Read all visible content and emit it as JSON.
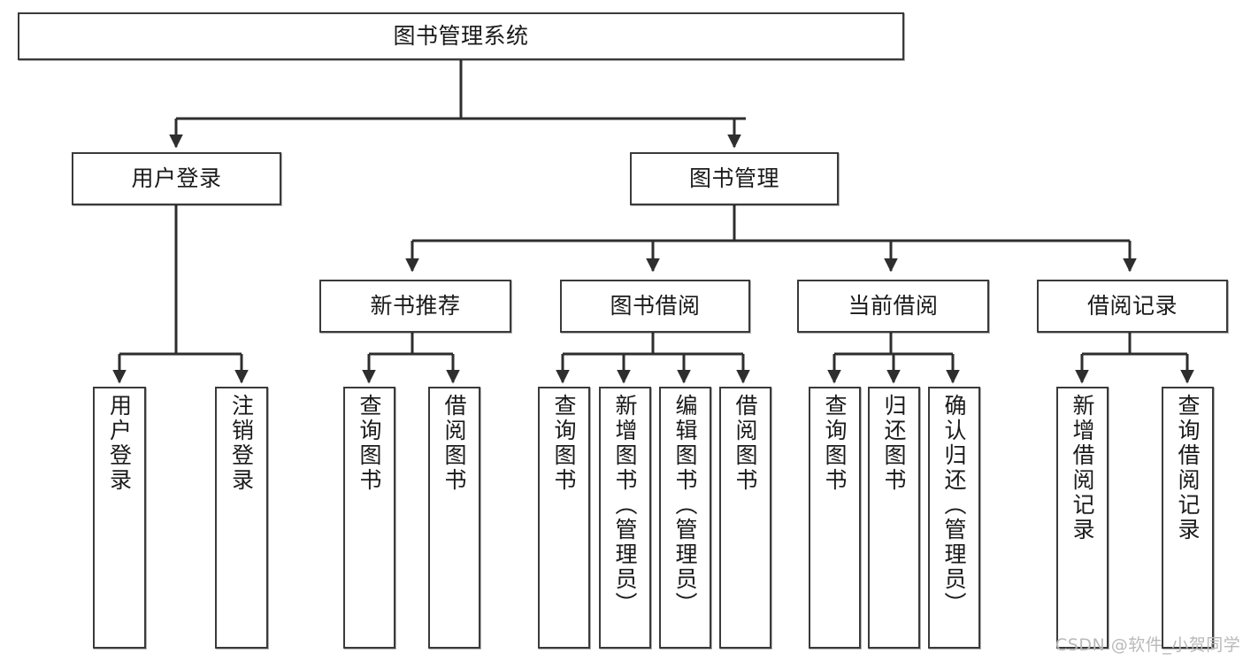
{
  "diagram": {
    "title": "图书管理系统",
    "type": "tree-hierarchy-chart",
    "stroke_color": "#3a3a3a",
    "fill_color": "#ffffff",
    "text_color": "#1a1a1a"
  },
  "root": {
    "label": "图书管理系统"
  },
  "level2": [
    {
      "id": "user-login",
      "label": "用户登录"
    },
    {
      "id": "book-management",
      "label": "图书管理"
    }
  ],
  "level3": [
    {
      "id": "new-book-recommend",
      "label": "新书推荐"
    },
    {
      "id": "book-borrow",
      "label": "图书借阅"
    },
    {
      "id": "current-borrow",
      "label": "当前借阅"
    },
    {
      "id": "borrow-record",
      "label": "借阅记录"
    }
  ],
  "leaves": {
    "user_login": [
      {
        "id": "leaf-user-login",
        "label": "用户登录"
      },
      {
        "id": "leaf-logout",
        "label": "注销登录"
      }
    ],
    "new_book_recommend": [
      {
        "id": "leaf-query-book-1",
        "label": "查询图书"
      },
      {
        "id": "leaf-borrow-book-1",
        "label": "借阅图书"
      }
    ],
    "book_borrow": [
      {
        "id": "leaf-query-book-2",
        "label": "查询图书"
      },
      {
        "id": "leaf-add-book",
        "label": "新增图书（管理员）"
      },
      {
        "id": "leaf-edit-book",
        "label": "编辑图书（管理员）"
      },
      {
        "id": "leaf-borrow-book-2",
        "label": "借阅图书"
      }
    ],
    "current_borrow": [
      {
        "id": "leaf-query-book-3",
        "label": "查询图书"
      },
      {
        "id": "leaf-return-book",
        "label": "归还图书"
      },
      {
        "id": "leaf-confirm-return",
        "label": "确认归还（管理员）"
      }
    ],
    "borrow_record": [
      {
        "id": "leaf-add-record",
        "label": "新增借阅记录"
      },
      {
        "id": "leaf-query-record",
        "label": "查询借阅记录"
      }
    ]
  },
  "watermark": {
    "text": "CSDN @软件_小贺同学"
  }
}
